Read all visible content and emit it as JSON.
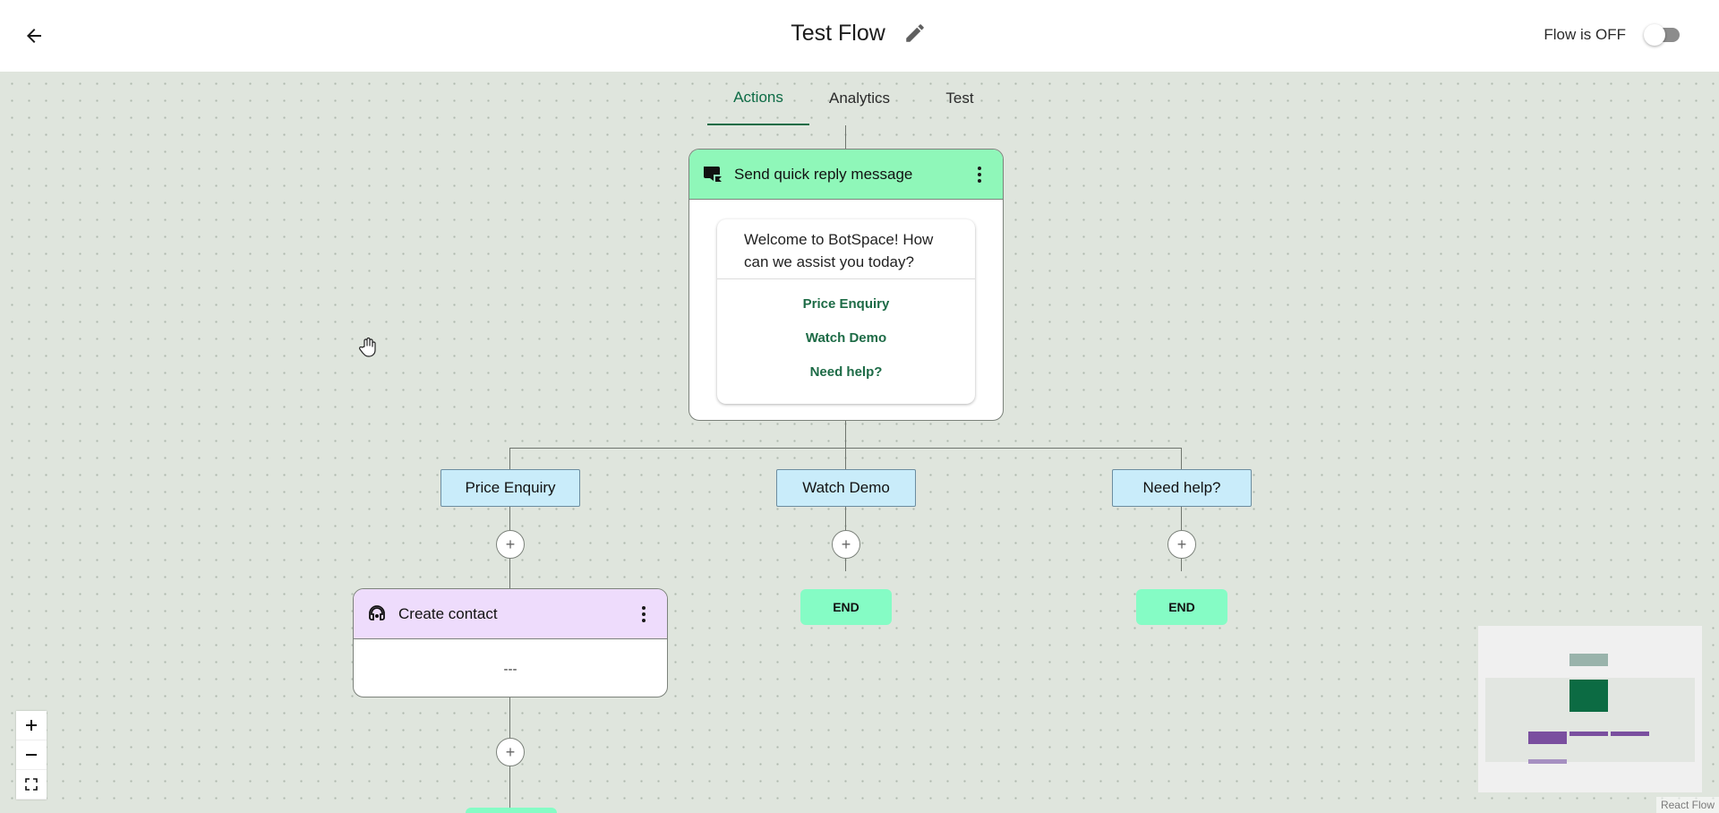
{
  "header": {
    "title": "Test Flow",
    "flow_status": "Flow is OFF",
    "flow_enabled": false
  },
  "tabs": [
    {
      "label": "Actions",
      "active": true
    },
    {
      "label": "Analytics",
      "active": false
    },
    {
      "label": "Test",
      "active": false
    }
  ],
  "quick_reply_node": {
    "title": "Send quick reply message",
    "icon": "quick-reply-icon",
    "message": "Welcome to BotSpace! How can we assist you today?",
    "buttons": [
      "Price Enquiry",
      "Watch Demo",
      "Need help?"
    ]
  },
  "branches": [
    {
      "label": "Price Enquiry"
    },
    {
      "label": "Watch Demo"
    },
    {
      "label": "Need help?"
    }
  ],
  "end_nodes": {
    "label": "END"
  },
  "create_contact_node": {
    "title": "Create contact",
    "icon": "contact-headset-icon",
    "body": "---"
  },
  "controls": {
    "zoom_in": "+",
    "zoom_out": "−"
  },
  "attribution": "React Flow",
  "colors": {
    "accent": "#0d6b45",
    "quick_reply_header": "#8ff7b9",
    "create_contact_header": "#eedcfc",
    "branch": "#c9ecfa",
    "end": "#85fcc5"
  }
}
